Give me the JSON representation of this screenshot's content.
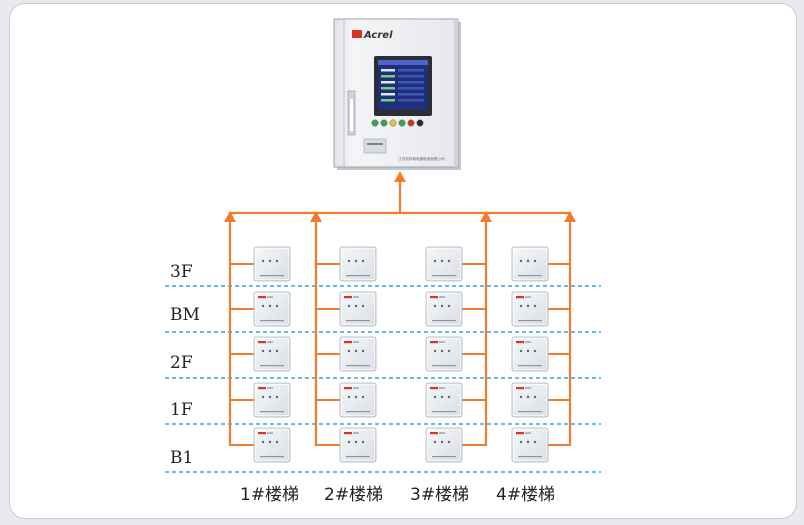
{
  "diagram": {
    "main_panel": {
      "brand": "Acrel",
      "footer_text": "江苏安科瑞电器制造有限公司"
    },
    "floors": [
      "3F",
      "BM",
      "2F",
      "1F",
      "B1"
    ],
    "stairwells": [
      "1#楼梯",
      "2#楼梯",
      "3#楼梯",
      "4#楼梯"
    ],
    "colors": {
      "bus": "#ef7d2e",
      "floor_line": "#3aa3d8",
      "device_body": "#e9edf1",
      "device_brand": "#d8332a",
      "panel_body": "#eef0f3",
      "screen": "#1f2f7a"
    }
  }
}
